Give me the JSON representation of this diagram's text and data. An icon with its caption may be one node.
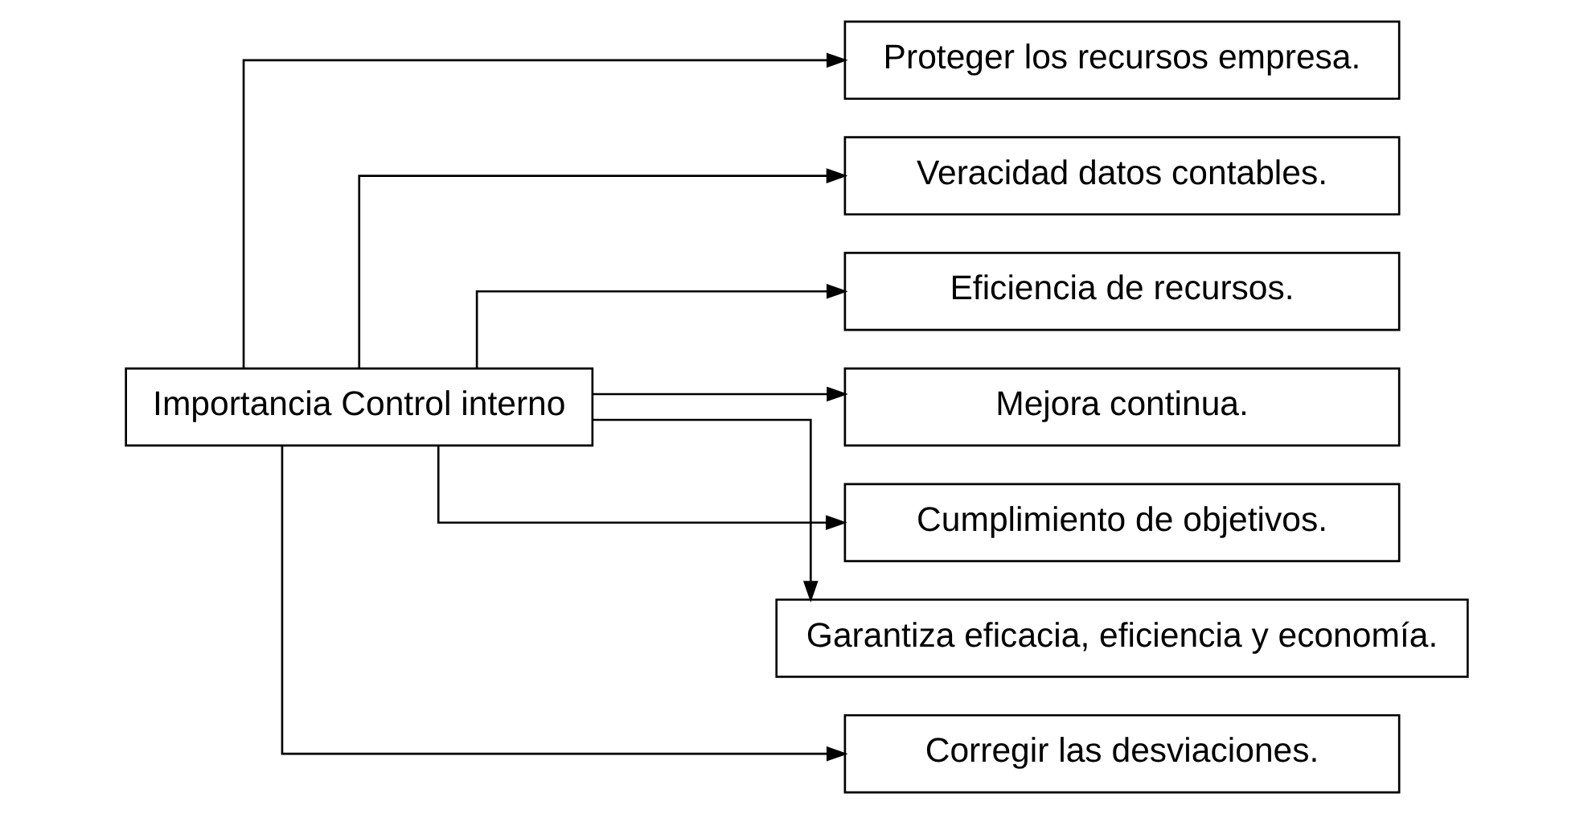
{
  "diagram": {
    "nodes": [
      {
        "text": [
          "Importancia Control interno"
        ]
      },
      {
        "text": [
          "Proteger los recursos empresa."
        ]
      },
      {
        "text": [
          "Veracidad datos contables."
        ]
      },
      {
        "text": [
          "Eficiencia de recursos."
        ]
      },
      {
        "text": [
          "Mejora continua."
        ]
      },
      {
        "text": [
          "Cumplimiento de objetivos."
        ]
      },
      {
        "text": [
          "Garantiza eficacia, eficiencia y economía."
        ]
      },
      {
        "text": [
          "Corregir las desviaciones."
        ]
      }
    ],
    "edges": [
      {
        "from": 0,
        "to": 1,
        "arrow": "to"
      },
      {
        "from": 0,
        "to": 2,
        "arrow": "to"
      },
      {
        "from": 0,
        "to": 3,
        "arrow": "to"
      },
      {
        "from": 0,
        "to": 4,
        "arrow": "to"
      },
      {
        "from": 0,
        "to": 5,
        "arrow": "to"
      },
      {
        "from": 0,
        "to": 6,
        "arrow": "to"
      },
      {
        "from": 0,
        "to": 7,
        "arrow": "to"
      }
    ]
  }
}
